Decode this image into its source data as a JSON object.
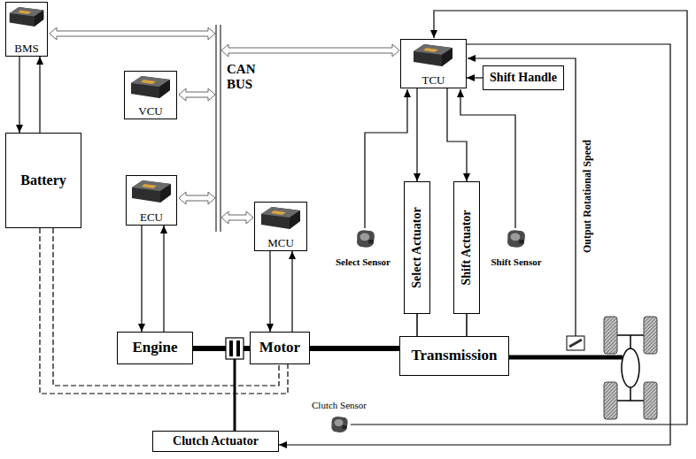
{
  "diagram": {
    "nodes": [
      {
        "text": [
          "BMS"
        ]
      },
      {
        "text": [
          "Battery"
        ]
      },
      {
        "text": [
          "VCU"
        ]
      },
      {
        "text": [
          "ECU"
        ]
      },
      {
        "text": [
          "MCU"
        ]
      },
      {
        "text": [
          "TCU"
        ]
      },
      {
        "text": [
          "Shift Handle"
        ]
      },
      {
        "text": [
          "Select Actuator"
        ]
      },
      {
        "text": [
          "Shift Actuator"
        ]
      },
      {
        "text": [
          "Engine"
        ]
      },
      {
        "text": [
          "Motor"
        ]
      },
      {
        "text": [
          "Transmission"
        ]
      },
      {
        "text": [
          "Clutch Actuator"
        ]
      }
    ],
    "edges": [
      {
        "from": 0,
        "to": 1,
        "arrow": "to"
      },
      {
        "from": 1,
        "to": 0,
        "arrow": "to"
      },
      {
        "from": 3,
        "to": 9,
        "arrow": "to"
      },
      {
        "from": 9,
        "to": 3,
        "arrow": "to"
      },
      {
        "from": 4,
        "to": 10,
        "arrow": "to"
      },
      {
        "from": 10,
        "to": 4,
        "arrow": "to"
      },
      {
        "from": 9,
        "to": 10,
        "arrow": "none"
      },
      {
        "from": 10,
        "to": 11,
        "arrow": "none"
      },
      {
        "from": 6,
        "to": 5,
        "arrow": "to"
      },
      {
        "from": 5,
        "to": 7,
        "arrow": "to"
      },
      {
        "from": 5,
        "to": 8,
        "arrow": "to"
      },
      {
        "from": 7,
        "to": 11,
        "arrow": "none"
      },
      {
        "from": 8,
        "to": 11,
        "arrow": "none"
      },
      {
        "from": 1,
        "to": 10,
        "arrow": "none"
      },
      {
        "from": 5,
        "to": 12,
        "arrow": "to"
      }
    ],
    "labels": [
      "CAN BUS",
      "Select Sensor",
      "Shift Sensor",
      "Output Rotational Speed",
      "Clutch Sensor"
    ]
  }
}
